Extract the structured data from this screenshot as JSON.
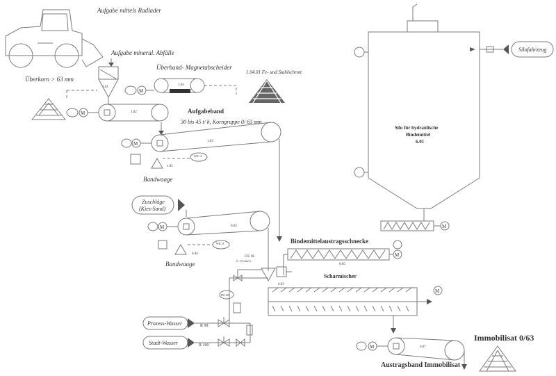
{
  "labels": {
    "loader": "Aufgabe mittels Radlader",
    "mineral": "Aufgabe mineral. Abfälle",
    "ueberkorn": "Überkorn > 63 mm",
    "magnet": "Überband- Magnetabscheider",
    "scrap": "1.04.01 Fe- und Stahlschrott",
    "feedbelt": "Aufgabeband",
    "feedrate": "30 bis 45 t/ h, Korngruppe 0/ 63 mm",
    "bandwaage": "Bandwaage",
    "zuschlaege": "Zuschläge",
    "kies": "(Kies-Sand)",
    "bandwaage2": "Bandwaage",
    "bindemittel": "Bindemittelaustragsschnecke",
    "silo_title": "Silo für hydraulische",
    "silo_title2": "Bindemittel",
    "silo_id": "6.01",
    "silotruck": "Silofahrzeug",
    "scharmischer": "Scharmischer",
    "prozess": "Prozess-Wasser",
    "stadt": "Stadt-Wasser",
    "austrag": "Austragsband Immobilisat",
    "immobilisat": "Immobilisat 0/63"
  },
  "tags": {
    "r99": "R 99",
    "r100": "R 100",
    "e101": "1.01",
    "e102": "1.02",
    "e103": "1.03",
    "e104": "1.04",
    "e105": "1.05",
    "e603": "6.03",
    "e604": "6.04",
    "e605": "6.05",
    "e607": "6.07",
    "mixer_id": "6.03",
    "wica1": "WIC.A",
    "wica2": "WIC.A",
    "fic": "FIC 06",
    "fic_range": "0...10 cbm/ h"
  },
  "icons": {
    "loader": "wheel-loader-icon",
    "motor": "motor-icon",
    "valve": "valve-icon",
    "heap": "stockpile-icon"
  }
}
